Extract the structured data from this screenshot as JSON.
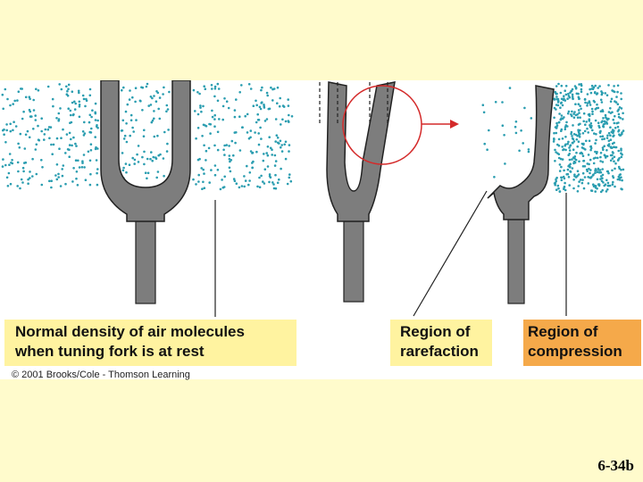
{
  "captions": {
    "normal": {
      "line1": "Normal density of air molecules",
      "line2": "when tuning fork is at rest"
    },
    "rarefaction": {
      "line1": "Region of",
      "line2": "rarefaction"
    },
    "compression": {
      "line1": "Region of",
      "line2": "compression"
    }
  },
  "copyright": "© 2001 Brooks/Cole - Thomson Learning",
  "slide_number": "6-34b",
  "colors": {
    "background": "#fffbcc",
    "panel": "#ffffff",
    "dots": "#2a9db0",
    "fork": "#7d7d7d",
    "fork_outline": "#222222",
    "circle": "#d42a2a",
    "caption_light": "#fff3a0",
    "caption_orange": "#f5a94a"
  }
}
